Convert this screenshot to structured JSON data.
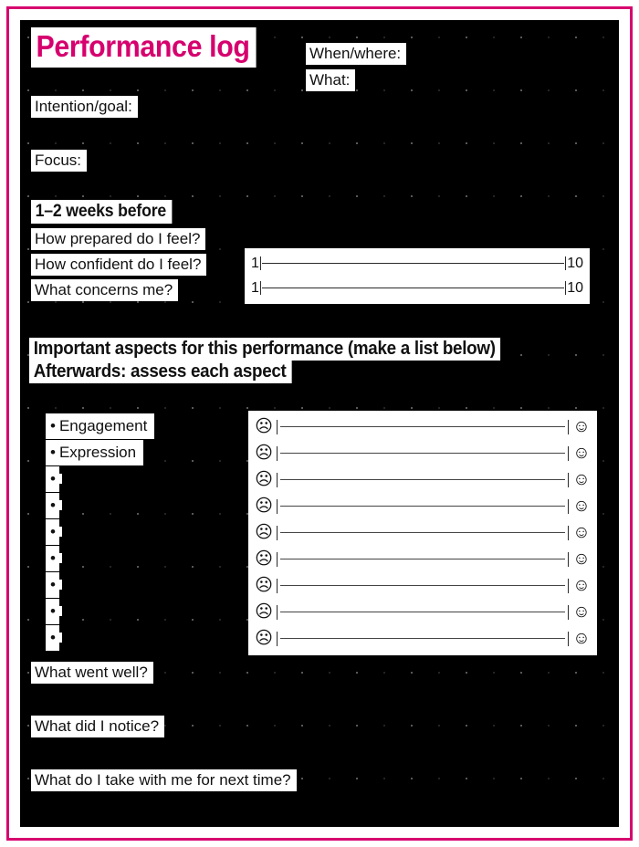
{
  "meta": {
    "accent_color": "#d6006e",
    "sheet_background": "#000000",
    "label_background": "#ffffff",
    "text_color": "#111111"
  },
  "header": {
    "title": "Performance log",
    "when_where_label": "When/where:",
    "what_label": "What:",
    "intention_label": "Intention/goal:",
    "focus_label": "Focus:"
  },
  "before_section": {
    "heading": "1–2 weeks before",
    "questions": [
      "How prepared do I feel?",
      "How confident do I feel?",
      "What concerns me?"
    ],
    "scale": {
      "min_label": "1",
      "max_label": "10",
      "rows": 2
    }
  },
  "aspects_section": {
    "heading_line1": "Important aspects for this performance (make a list below)",
    "heading_line2": "Afterwards: assess each aspect",
    "bullet_glyph": "•",
    "items": [
      {
        "label": "Engagement",
        "filled": true
      },
      {
        "label": "Expression",
        "filled": true
      },
      {
        "label": "",
        "filled": false
      },
      {
        "label": "",
        "filled": false
      },
      {
        "label": "",
        "filled": false
      },
      {
        "label": "",
        "filled": false
      },
      {
        "label": "",
        "filled": false
      },
      {
        "label": "",
        "filled": false
      },
      {
        "label": "",
        "filled": false
      }
    ],
    "rating_scale": {
      "left_icon": "☹",
      "right_icon": "☺",
      "left_icon_name": "sad-face-icon",
      "right_icon_name": "happy-face-icon",
      "rows": 9
    }
  },
  "reflection_section": {
    "questions": [
      "What went well?",
      "What did I notice?",
      "What do I take with me for next time?"
    ]
  }
}
